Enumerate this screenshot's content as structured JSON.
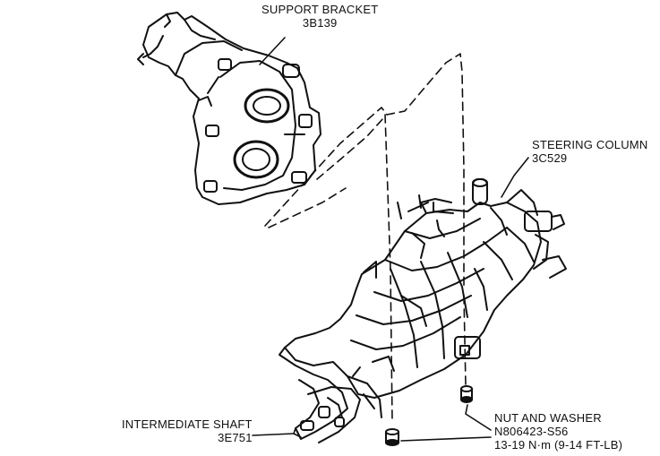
{
  "labels": {
    "support_bracket": {
      "name": "SUPPORT BRACKET",
      "part": "3B139"
    },
    "steering_column": {
      "name": "STEERING COLUMN",
      "part": "3C529"
    },
    "intermediate_shaft": {
      "name": "INTERMEDIATE SHAFT",
      "part": "3E751"
    },
    "nut_and_washer": {
      "name": "NUT AND WASHER",
      "part": "N806423-S56",
      "torque": "13-19 N·m (9-14 FT-LB)"
    }
  },
  "colors": {
    "ink": "#111111",
    "paper": "#ffffff"
  }
}
